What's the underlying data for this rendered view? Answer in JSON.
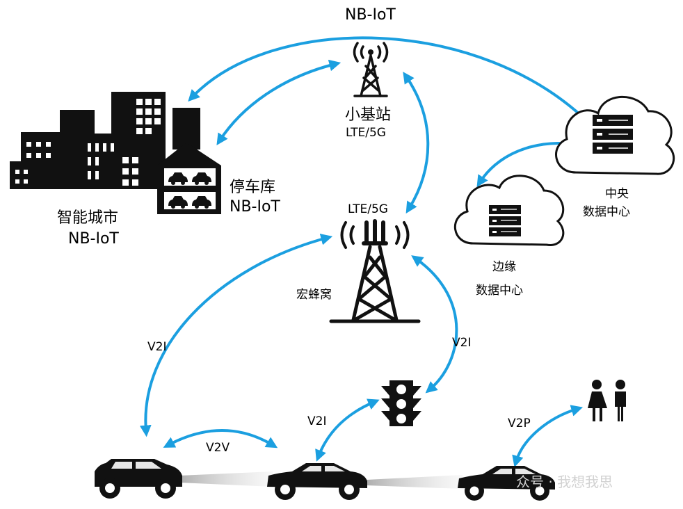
{
  "colors": {
    "link": "#1b9fe0",
    "ink": "#000000",
    "watermark": "#d2d2d2"
  },
  "labels": {
    "nbiot_top": "NB-IoT",
    "small_cell": "小基站",
    "small_cell_tech": "LTE/5G",
    "parking": "停车库",
    "parking_tech": "NB-IoT",
    "smart_city": "智能城市",
    "smart_city_tech": "NB-IoT",
    "macro_tech": "LTE/5G",
    "macro": "宏蜂窝",
    "central_dc_1": "中央",
    "central_dc_2": "数据中心",
    "edge_dc_1": "边缘",
    "edge_dc_2": "数据中心",
    "v2i_left": "V2I",
    "v2i_right": "V2I",
    "v2i_mid": "V2I",
    "v2v": "V2V",
    "v2p": "V2P"
  },
  "watermark": "众号 · 我想我思"
}
